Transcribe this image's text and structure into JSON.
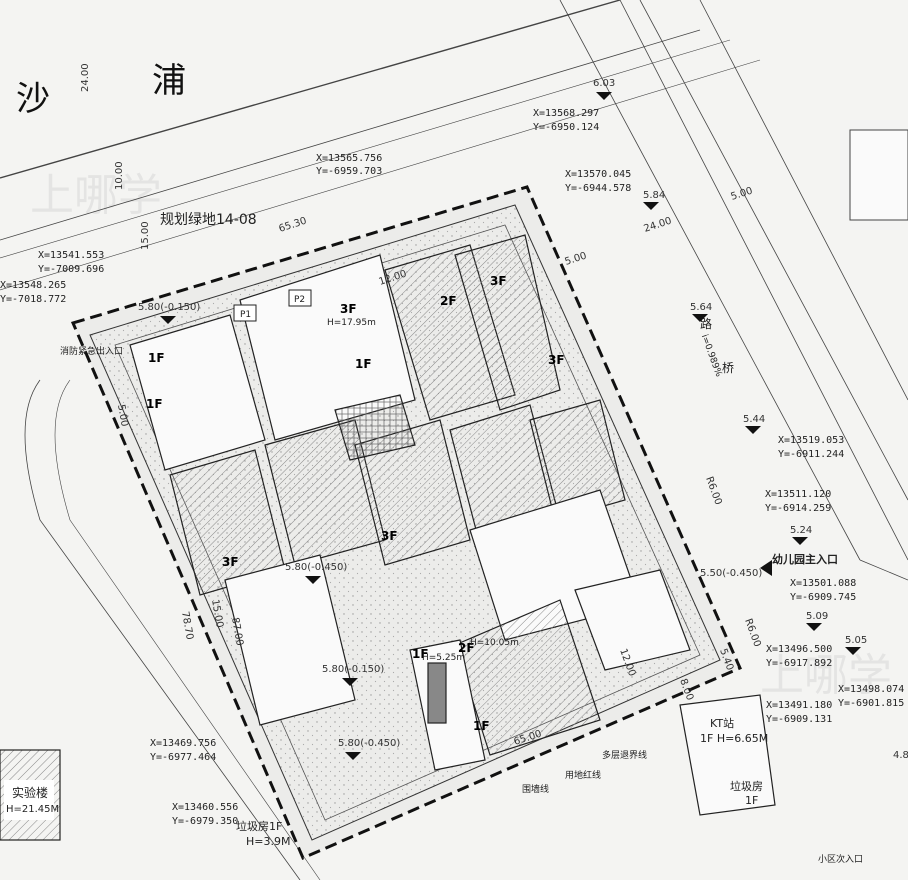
{
  "roads": {
    "road_name_a": "沙",
    "road_name_b": "浦",
    "side_road": "路",
    "side_road_b": "桥",
    "slope": "i=0.989%"
  },
  "green_land": "规划绿地14-08",
  "dimensions": [
    "24.00",
    "10.00",
    "15.00",
    "65.30",
    "12.00",
    "24.00",
    "5.00",
    "5.00",
    "78.70",
    "87.00",
    "65.00",
    "15.00",
    "5.00",
    "R6.00",
    "R6.00",
    "8.00",
    "5.40",
    "12.00"
  ],
  "coordinates": [
    {
      "x": "X=13565.756",
      "y": "Y=-6959.703"
    },
    {
      "x": "X=13568.297",
      "y": "Y=-6950.124"
    },
    {
      "x": "X=13570.045",
      "y": "Y=-6944.578"
    },
    {
      "x": "X=13541.553",
      "y": "Y=-7009.696"
    },
    {
      "x": "X=13548.265",
      "y": "Y=-7018.772"
    },
    {
      "x": "X=13519.053",
      "y": "Y=-6911.244"
    },
    {
      "x": "X=13511.120",
      "y": "Y=-6914.259"
    },
    {
      "x": "X=13501.088",
      "y": "Y=-6909.745"
    },
    {
      "x": "X=13496.500",
      "y": "Y=-6917.892"
    },
    {
      "x": "X=13498.074",
      "y": "Y=-6901.815"
    },
    {
      "x": "X=13491.180",
      "y": "Y=-6909.131"
    },
    {
      "x": "X=13469.756",
      "y": "Y=-6977.464"
    },
    {
      "x": "X=13460.556",
      "y": "Y=-6979.350"
    }
  ],
  "elevations": [
    "6.03",
    "5.84",
    "5.64",
    "5.44",
    "5.24",
    "5.09",
    "5.05",
    "4.8",
    "5.80(-0.450)",
    "5.80(-0.150)",
    "5.80(-0.150)",
    "5.80(-0.450)",
    "5.50(-0.450)"
  ],
  "floors": [
    "3F",
    "3F",
    "2F",
    "3F",
    "1F",
    "1F",
    "3F",
    "1F",
    "2F",
    "1F",
    "3F",
    "1F"
  ],
  "heights": [
    "H=17.95m",
    "H=5.25m",
    "H=10.05m"
  ],
  "labels": {
    "fire_entrance": "消防紧急出入口",
    "kindergarten_entrance": "幼儿园主入口",
    "setback_line": "多层退界线",
    "red_line": "用地红线",
    "wall_line": "围墙线",
    "kt_station": "KT站",
    "kt_height": "1F H=6.65M",
    "garbage_room": "垃圾房1F",
    "garbage_height": "H=3.9M",
    "garbage_room_2": "垃圾房",
    "garbage_room_2_floor": "1F",
    "lab_building": "实验楼",
    "lab_height": "H=21.45M",
    "community_entrance": "小区次入口",
    "p1": "P1",
    "p2": "P2"
  },
  "watermark": "上哪学"
}
